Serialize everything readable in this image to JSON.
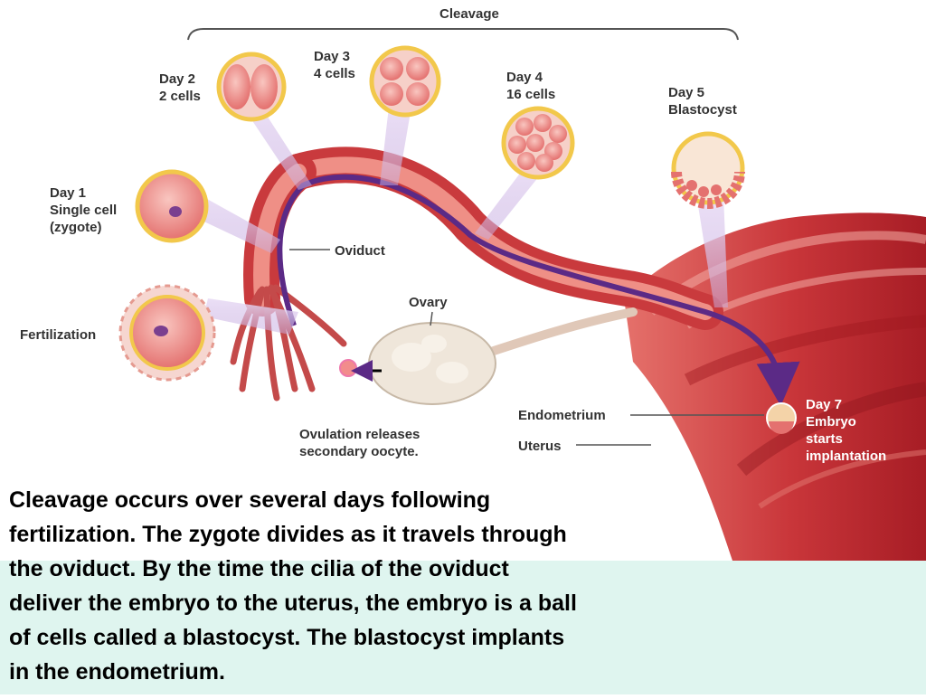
{
  "diagram": {
    "cleavage_label": "Cleavage",
    "stages": {
      "fertilization": "Fertilization",
      "day1": "Day 1\nSingle cell\n(zygote)",
      "day2": "Day 2\n2 cells",
      "day3": "Day 3\n4 cells",
      "day4": "Day 4\n16 cells",
      "day5": "Day 5\nBlastocyst",
      "day7": "Day 7\nEmbryo\nstarts\nimplantation"
    },
    "parts": {
      "oviduct": "Oviduct",
      "ovary": "Ovary",
      "endometrium": "Endometrium",
      "uterus": "Uterus",
      "ovulation": "Ovulation releases\nsecondary oocyte."
    }
  },
  "caption": "Cleavage occurs over several days following\nfertilization. The zygote divides as it travels through\nthe oviduct. By the time the cilia of the oviduct\ndeliver the embryo to the uterus, the embryo is a ball\nof cells called a blastocyst. The blastocyst implants\nin the endometrium.",
  "colors": {
    "uterus": "#b8232b",
    "uterus_light": "#e0706a",
    "arrow": "#5b2a86",
    "cell_ring": "#f2c84b",
    "cell_fill": "#f0a0a0",
    "caption_bg": "#dff5ef",
    "callout": "#d7c4ea"
  }
}
